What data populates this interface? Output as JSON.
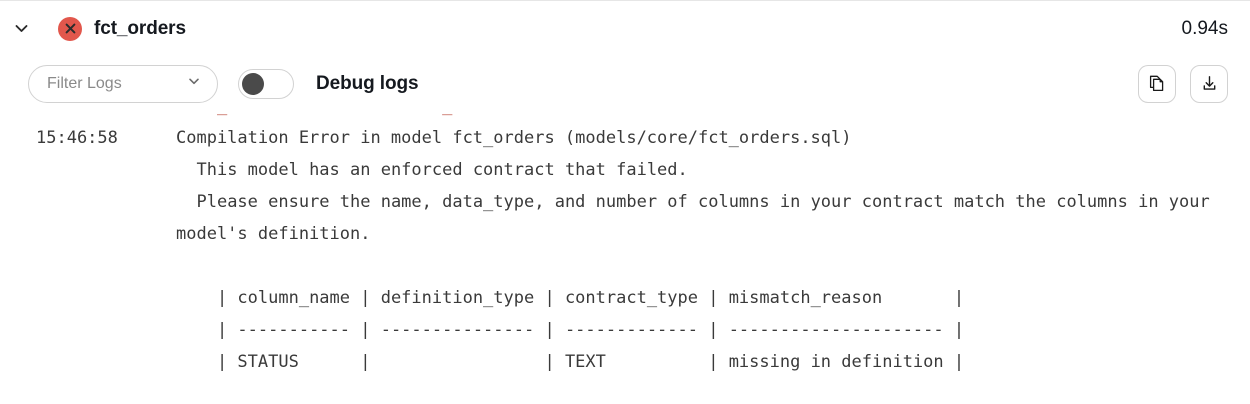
{
  "header": {
    "collapse_icon": "chevron-down-icon",
    "status_icon": "error-circle-x-icon",
    "status_color": "#e2574c",
    "node_name": "fct_orders",
    "duration": "0.94s"
  },
  "toolbar": {
    "filter": {
      "placeholder": "Filter Logs",
      "caret_icon": "chevron-down-icon"
    },
    "debug_toggle": {
      "label": "Debug logs",
      "state": "off"
    },
    "copy_button": {
      "icon": "copy-icon"
    },
    "download_button": {
      "icon": "download-icon"
    }
  },
  "logs": {
    "clipped_top_fragments": "    _                     _           .",
    "entries": [
      {
        "timestamp": "15:46:58",
        "lines": [
          "Compilation Error in model fct_orders (models/core/fct_orders.sql)",
          "  This model has an enforced contract that failed.",
          "  Please ensure the name, data_type, and number of columns in your contract match the columns in your model's definition.",
          "",
          "    | column_name | definition_type | contract_type | mismatch_reason       |",
          "    | ----------- | --------------- | ------------- | --------------------- |",
          "    | STATUS      |                 | TEXT          | missing in definition |"
        ]
      }
    ]
  }
}
